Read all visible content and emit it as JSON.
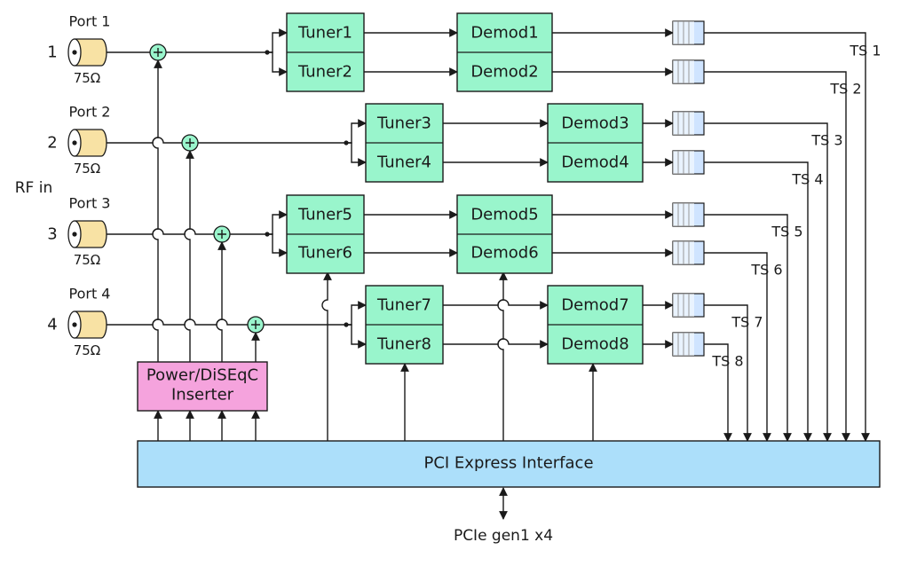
{
  "rf_in_label": "RF in",
  "ports": [
    {
      "name": "Port 1",
      "number": "1",
      "impedance": "75Ω"
    },
    {
      "name": "Port 2",
      "number": "2",
      "impedance": "75Ω"
    },
    {
      "name": "Port 3",
      "number": "3",
      "impedance": "75Ω"
    },
    {
      "name": "Port 4",
      "number": "4",
      "impedance": "75Ω"
    }
  ],
  "tuners": [
    "Tuner1",
    "Tuner2",
    "Tuner3",
    "Tuner4",
    "Tuner5",
    "Tuner6",
    "Tuner7",
    "Tuner8"
  ],
  "demods": [
    "Demod1",
    "Demod2",
    "Demod3",
    "Demod4",
    "Demod5",
    "Demod6",
    "Demod7",
    "Demod8"
  ],
  "ts_outputs": [
    "TS 1",
    "TS 2",
    "TS 3",
    "TS 4",
    "TS 5",
    "TS 6",
    "TS 7",
    "TS 8"
  ],
  "power_block": {
    "line1": "Power/DiSEqC",
    "line2": "Inserter"
  },
  "pci_interface": "PCI Express Interface",
  "pcie_link": "PCIe gen1 x4",
  "colors": {
    "block": "#99f5cc",
    "power": "#f5a3dd",
    "pci": "#acdffa",
    "connector": "#f8e2a4",
    "fifo": "#cfe4ff",
    "adder": "#99f5cc",
    "line": "#1a1a1a"
  },
  "icons": {
    "connector": "coax-connector-icon",
    "adder": "summing-junction-icon",
    "fifo": "fifo-buffer-icon"
  }
}
